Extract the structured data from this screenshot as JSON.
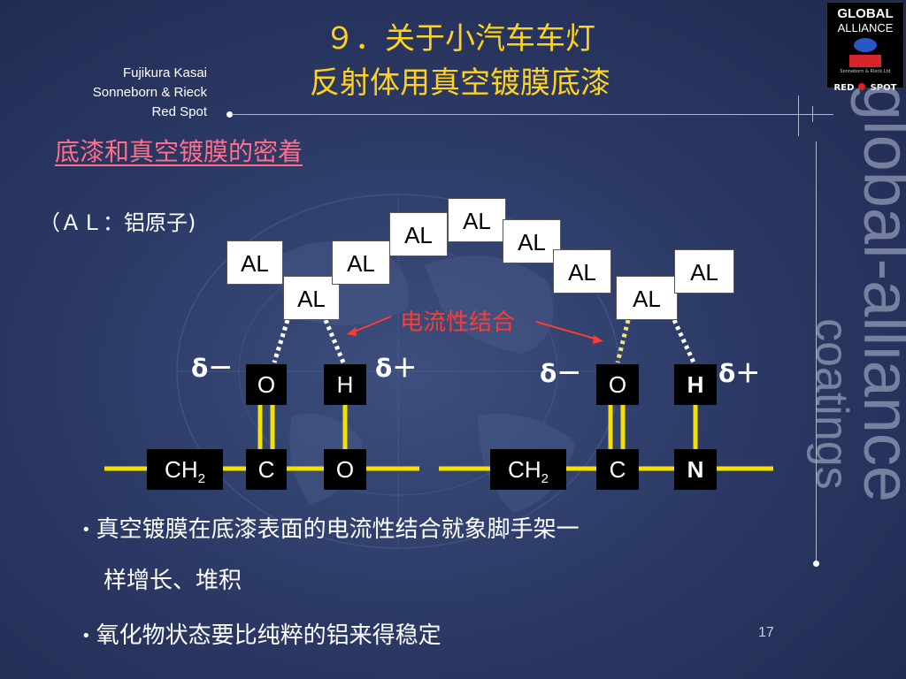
{
  "title": {
    "line1": "９．关于小汽车车灯",
    "line2": "反射体用真空镀膜底漆"
  },
  "company": {
    "line1": "Fujikura Kasai",
    "line2": "Sonneborn & Rieck",
    "line3": "Red Spot"
  },
  "subtitle": "底漆和真空镀膜的密着",
  "al_note": "（ＡＬ：铝原子)",
  "al_label": "AL",
  "bond_label": "电流性结合",
  "delta_minus": "δ－",
  "delta_plus": "δ＋",
  "atoms": {
    "O": "O",
    "H": "H",
    "C": "C",
    "N": "N",
    "CH": "CH",
    "sub2": "2"
  },
  "bullets": [
    {
      "line1": "真空镀膜在底漆表面的电流性结合就象脚手架一",
      "line2": "样增长、堆积"
    },
    {
      "line1": "氧化物状态要比纯粹的铝来得稳定"
    }
  ],
  "bullet_char": "•",
  "page_number": "17",
  "logo": {
    "top": "GLOBAL",
    "mid": "ALLIANCE",
    "bottom": "RED",
    "spot": "SPOT",
    "small1": "",
    "small2": "Sonneborn & Rieck Ltd"
  },
  "vertical_text": {
    "outer": "global-alliance",
    "inner": "coatings"
  },
  "colors": {
    "title": "#ffd21e",
    "subtitle": "#ff6f8a",
    "bond": "#ff3b30",
    "chain": "#f5e000"
  }
}
